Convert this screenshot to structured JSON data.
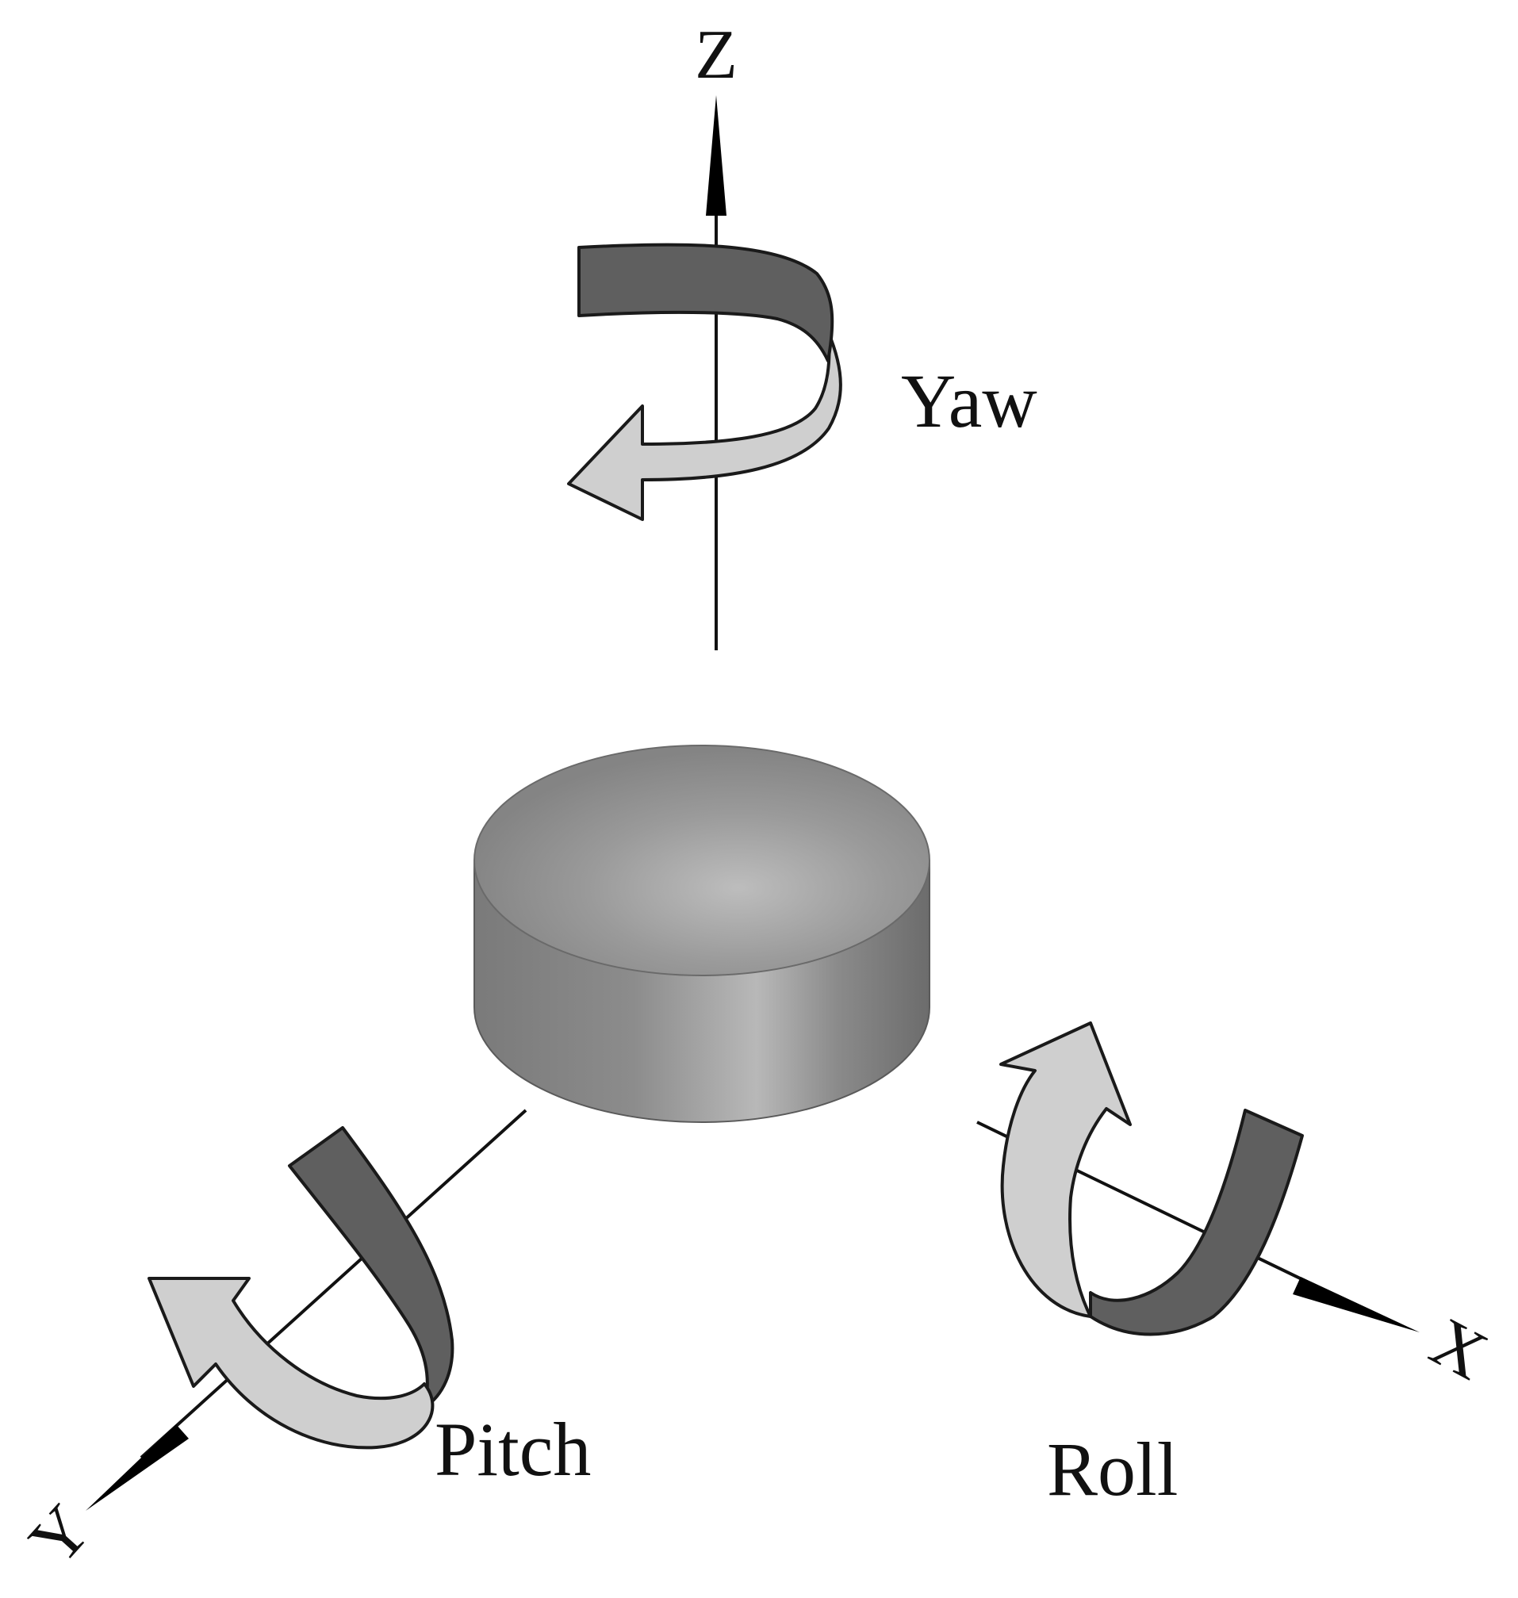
{
  "axes": {
    "z_label": "Z",
    "x_label": "X",
    "y_label": "Y"
  },
  "rotations": {
    "yaw_label": "Yaw",
    "pitch_label": "Pitch",
    "roll_label": "Roll"
  },
  "colors": {
    "ribbon_dark": "#5f5f5f",
    "ribbon_light": "#cfcfcf",
    "cylinder_body": "#8a8a8a",
    "line": "#111111"
  }
}
